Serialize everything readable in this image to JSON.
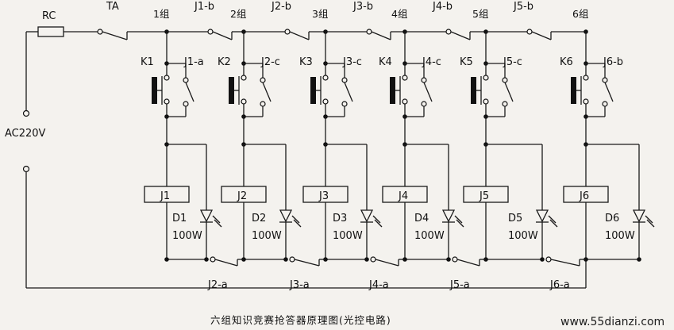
{
  "source": "AC220V",
  "rc_label": "RC",
  "main_switch_label": "TA",
  "groups": [
    {
      "group": "1组",
      "button": "K1",
      "contact": "J1-a",
      "relay": "J1",
      "lamp": "D1",
      "power": "100W",
      "top_contact": "J1-b",
      "bottom_contact": ""
    },
    {
      "group": "2组",
      "button": "K2",
      "contact": "J2-c",
      "relay": "J2",
      "lamp": "D2",
      "power": "100W",
      "top_contact": "J2-b",
      "bottom_contact": "J2-a"
    },
    {
      "group": "3组",
      "button": "K3",
      "contact": "J3-c",
      "relay": "J3",
      "lamp": "D3",
      "power": "100W",
      "top_contact": "J3-b",
      "bottom_contact": "J3-a"
    },
    {
      "group": "4组",
      "button": "K4",
      "contact": "J4-c",
      "relay": "J4",
      "lamp": "D4",
      "power": "100W",
      "top_contact": "J4-b",
      "bottom_contact": "J4-a"
    },
    {
      "group": "5组",
      "button": "K5",
      "contact": "J5-c",
      "relay": "J5",
      "lamp": "D5",
      "power": "100W",
      "top_contact": "J5-b",
      "bottom_contact": "J5-a"
    },
    {
      "group": "6组",
      "button": "K6",
      "contact": "J6-b",
      "relay": "J6",
      "lamp": "D6",
      "power": "100W",
      "top_contact": "",
      "bottom_contact": "J6-a"
    }
  ],
  "caption": "六组知识竞赛抢答器原理图(光控电路)",
  "watermark": "www.55dianzi.com"
}
